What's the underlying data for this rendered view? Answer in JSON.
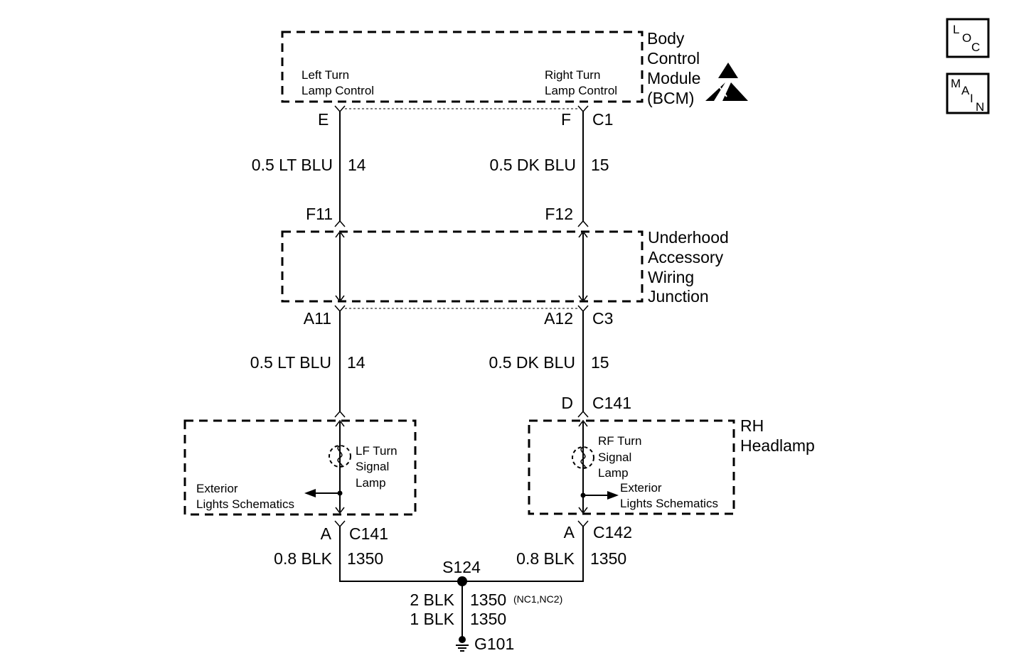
{
  "components": {
    "bcm": {
      "title_lines": [
        "Body",
        "Control",
        "Module",
        "(BCM)"
      ],
      "left_label": [
        "Left Turn",
        "Lamp Control"
      ],
      "right_label": [
        "Right Turn",
        "Lamp Control"
      ]
    },
    "uawj": {
      "title_lines": [
        "Underhood",
        "Accessory",
        "Wiring",
        "Junction"
      ]
    },
    "rh_headlamp": {
      "title_lines": [
        "RH",
        "Headlamp"
      ]
    },
    "lf_lamp": {
      "label_lines": [
        "LF Turn",
        "Signal",
        "Lamp"
      ]
    },
    "rf_lamp": {
      "label_lines": [
        "RF Turn",
        "Signal",
        "Lamp"
      ]
    },
    "ref_left": {
      "lines": [
        "Exterior",
        "Lights Schematics"
      ]
    },
    "ref_right": {
      "lines": [
        "Exterior",
        "Lights Schematics"
      ]
    }
  },
  "connectors": {
    "bcm_left_pin": "E",
    "bcm_right_pin": "F",
    "bcm_connector": "C1",
    "uawj_top_left": "F11",
    "uawj_top_right": "F12",
    "uawj_bot_left": "A11",
    "uawj_bot_right": "A12",
    "uawj_bot_connector": "C3",
    "rh_pin_d": "D",
    "rh_c141": "C141",
    "lf_pin_a": "A",
    "lf_c141": "C141",
    "rf_pin_a": "A",
    "rf_c142": "C142"
  },
  "wires": {
    "left_top": {
      "spec": "0.5 LT BLU",
      "circuit": "14"
    },
    "right_top": {
      "spec": "0.5 DK BLU",
      "circuit": "15"
    },
    "left_mid": {
      "spec": "0.5 LT BLU",
      "circuit": "14"
    },
    "right_mid": {
      "spec": "0.5 DK BLU",
      "circuit": "15"
    },
    "left_gnd": {
      "spec": "0.8 BLK",
      "circuit": "1350"
    },
    "right_gnd": {
      "spec": "0.8 BLK",
      "circuit": "1350"
    },
    "splice_a": {
      "spec": "2 BLK",
      "circuit": "1350",
      "note": "(NC1,NC2)"
    },
    "splice_b": {
      "spec": "1 BLK",
      "circuit": "1350"
    }
  },
  "splice": "S124",
  "ground": "G101",
  "nav": {
    "loc": [
      "L",
      "O",
      "C"
    ],
    "main": [
      "M",
      "A",
      "I",
      "N"
    ]
  }
}
